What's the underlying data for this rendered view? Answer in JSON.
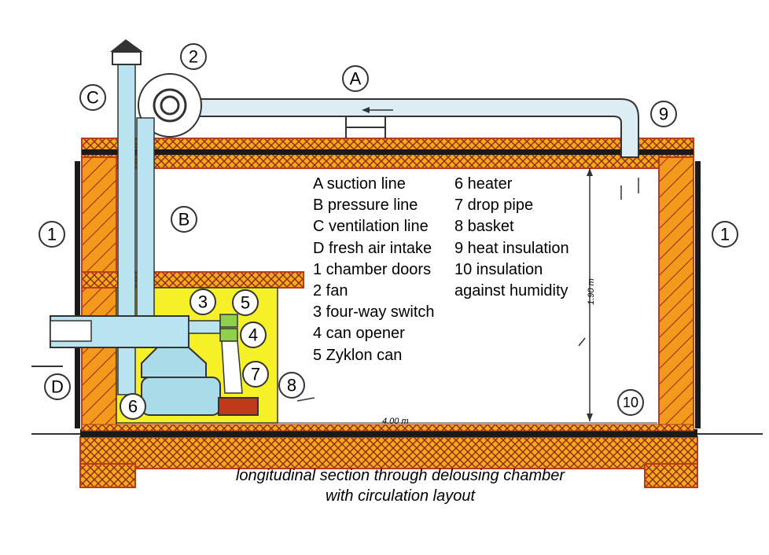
{
  "legend": {
    "left": [
      "A suction line",
      "B pressure line",
      "C ventilation line",
      "D fresh air intake",
      "1 chamber doors",
      "2 fan",
      "3 four-way switch",
      "4 can opener",
      "5 Zyklon can"
    ],
    "right": [
      "6 heater",
      "7 drop pipe",
      "8 basket",
      "9 heat insulation",
      "10 insulation",
      "against humidity"
    ]
  },
  "labels": {
    "A": "A",
    "B": "B",
    "C": "C",
    "D": "D",
    "n1": "1",
    "n2": "2",
    "n3": "3",
    "n4": "4",
    "n5": "5",
    "n6": "6",
    "n7": "7",
    "n8": "8",
    "n9": "9",
    "n10": "10"
  },
  "dimensions": {
    "width": "4.00 m",
    "height": "1.90 m"
  },
  "caption": {
    "line1": "longitudinal section through delousing chamber",
    "line2": "with circulation layout"
  },
  "colors": {
    "wall": "#e8471c",
    "wall_fill": "#f5b21d",
    "insulation_dark": "#1a1a1a",
    "machine_room": "#f5f028",
    "pipe": "#b9e4ef",
    "heater": "#a9dbe9"
  }
}
